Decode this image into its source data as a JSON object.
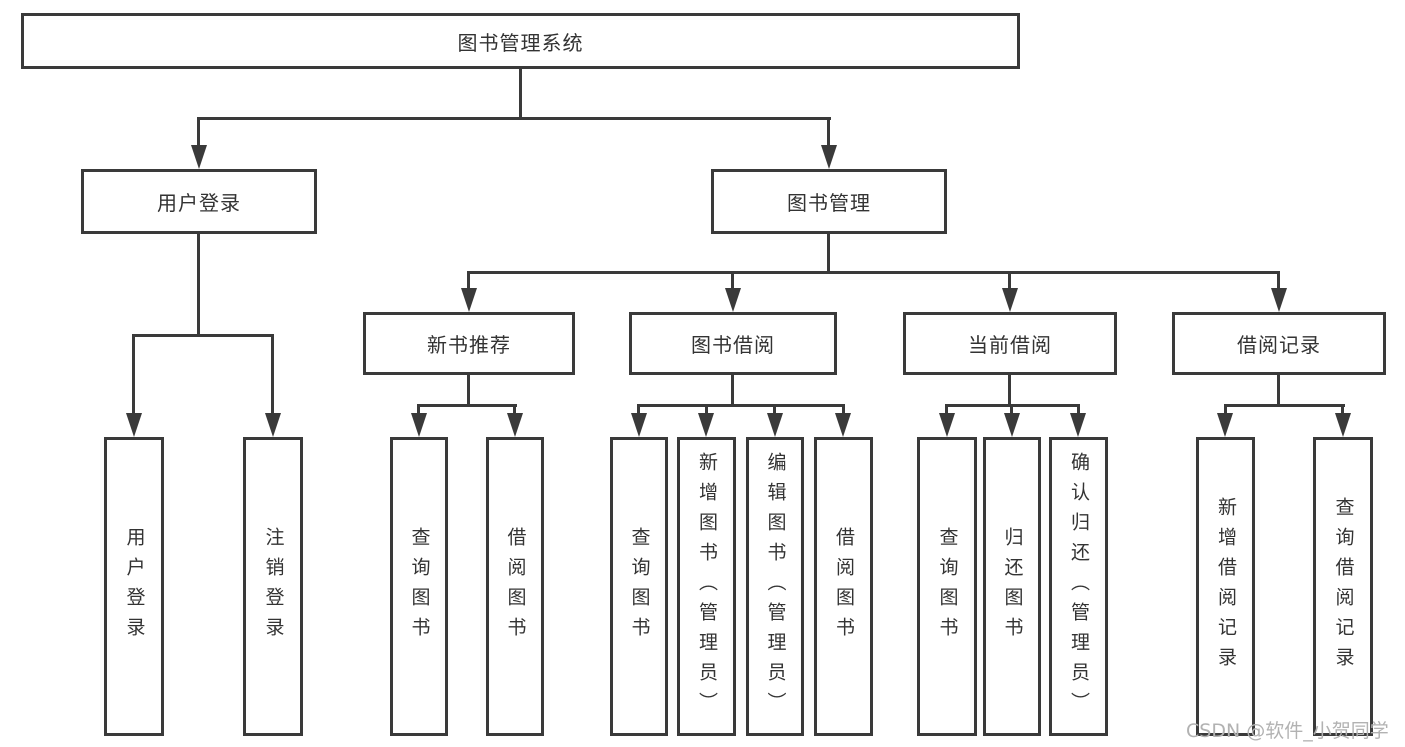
{
  "diagram": {
    "root": {
      "label": "图书管理系统"
    },
    "branches": [
      {
        "label": "用户登录",
        "leaves": [
          {
            "label": "用户登录"
          },
          {
            "label": "注销登录"
          }
        ]
      },
      {
        "label": "图书管理",
        "groups": [
          {
            "label": "新书推荐",
            "leaves": [
              {
                "label": "查询图书"
              },
              {
                "label": "借阅图书"
              }
            ]
          },
          {
            "label": "图书借阅",
            "leaves": [
              {
                "label": "查询图书"
              },
              {
                "label": "新增图书（管理员）"
              },
              {
                "label": "编辑图书（管理员）"
              },
              {
                "label": "借阅图书"
              }
            ]
          },
          {
            "label": "当前借阅",
            "leaves": [
              {
                "label": "查询图书"
              },
              {
                "label": "归还图书"
              },
              {
                "label": "确认归还（管理员）"
              }
            ]
          },
          {
            "label": "借阅记录",
            "leaves": [
              {
                "label": "新增借阅记录"
              },
              {
                "label": "查询借阅记录"
              }
            ]
          }
        ]
      }
    ]
  },
  "watermark": {
    "text": "CSDN @软件_小贺同学"
  },
  "colors": {
    "line": "#3a3a3a",
    "text": "#333333",
    "background": "#ffffff",
    "watermark": "#b2b2b2"
  }
}
